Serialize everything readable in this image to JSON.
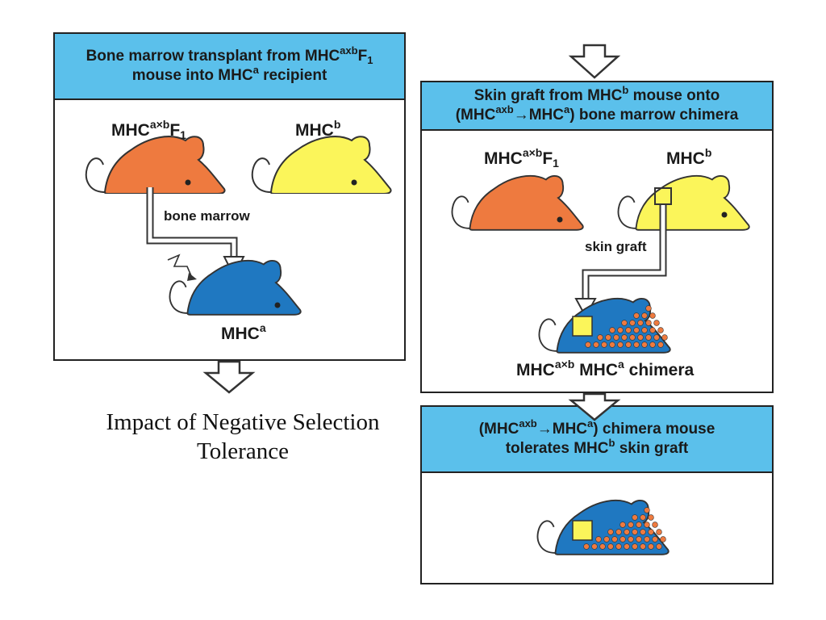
{
  "panel1": {
    "header_line1_pre": "Bone marrow transplant from MHC",
    "header_line1_sup": "axb",
    "header_line1_post": "F",
    "header_line1_sub": "1",
    "header_line2_pre": "mouse into MHC",
    "header_line2_sup": "a",
    "header_line2_post": " recipient",
    "donor_label": "MHC",
    "donor_sup": "a×b",
    "donor_post": "F",
    "donor_sub": "1",
    "other_label": "MHC",
    "other_sup": "b",
    "arrow_label": "bone marrow",
    "recipient_label": "MHC",
    "recipient_sup": "a"
  },
  "panel2": {
    "header_line1_pre": "Skin graft from MHC",
    "header_line1_sup": "b",
    "header_line1_post": " mouse onto",
    "header_line2_pre": "(MHC",
    "header_line2_sup": "axb",
    "header_line2_mid": "→MHC",
    "header_line2_sup2": "a",
    "header_line2_post": ") bone marrow chimera",
    "left_label": "MHC",
    "left_sup": "a×b",
    "left_post": "F",
    "left_sub": "1",
    "right_label": "MHC",
    "right_sup": "b",
    "arrow_label": "skin graft",
    "chimera_label_pre": "MHC",
    "chimera_sup": "a×b",
    "chimera_mid": " MHC",
    "chimera_sup2": "a",
    "chimera_post": "  chimera"
  },
  "panel3": {
    "header_line1_pre": "(MHC",
    "header_line1_sup": "axb",
    "header_line1_mid": "→MHC",
    "header_line1_sup2": "a",
    "header_line1_post": ") chimera mouse",
    "header_line2_pre": "tolerates MHC",
    "header_line2_sup": "b",
    "header_line2_post": " skin graft"
  },
  "caption": {
    "line1": "Impact of Negative Selection",
    "line2": "Tolerance"
  },
  "colors": {
    "header_blue": "#5bc0eb",
    "orange_mouse": "#ee7a3f",
    "yellow_mouse": "#fbf55a",
    "blue_mouse": "#1f78c1",
    "dot": "#ee7a3f",
    "graft": "#fbf55a"
  }
}
